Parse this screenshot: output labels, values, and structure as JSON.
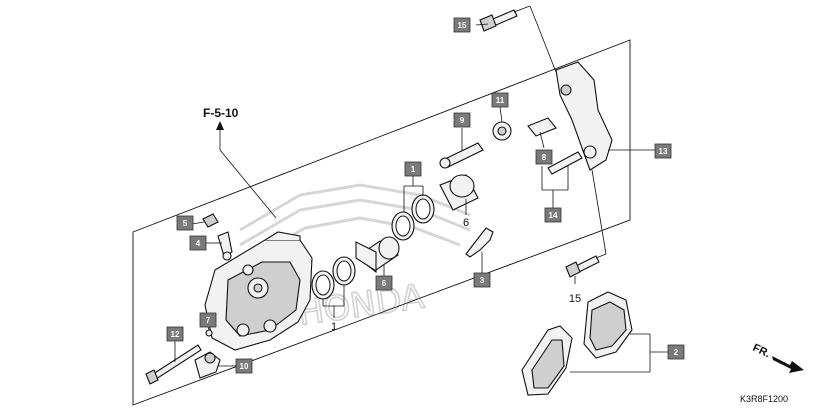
{
  "diagram": {
    "reference_label": "F-5-10",
    "drawing_code": "K3R8F1200",
    "front_indicator": "FR.",
    "watermark": "HONDA",
    "boxed_callouts": {
      "c1": "1",
      "c2": "2",
      "c3": "3",
      "c4": "4",
      "c5": "5",
      "c6": "6",
      "c7": "7",
      "c8": "8",
      "c9": "9",
      "c10": "10",
      "c11": "11",
      "c12": "12",
      "c13": "13",
      "c14": "14",
      "c15": "15"
    },
    "plain_numbers": {
      "n1": "1",
      "n6": "6",
      "n15": "15"
    }
  }
}
